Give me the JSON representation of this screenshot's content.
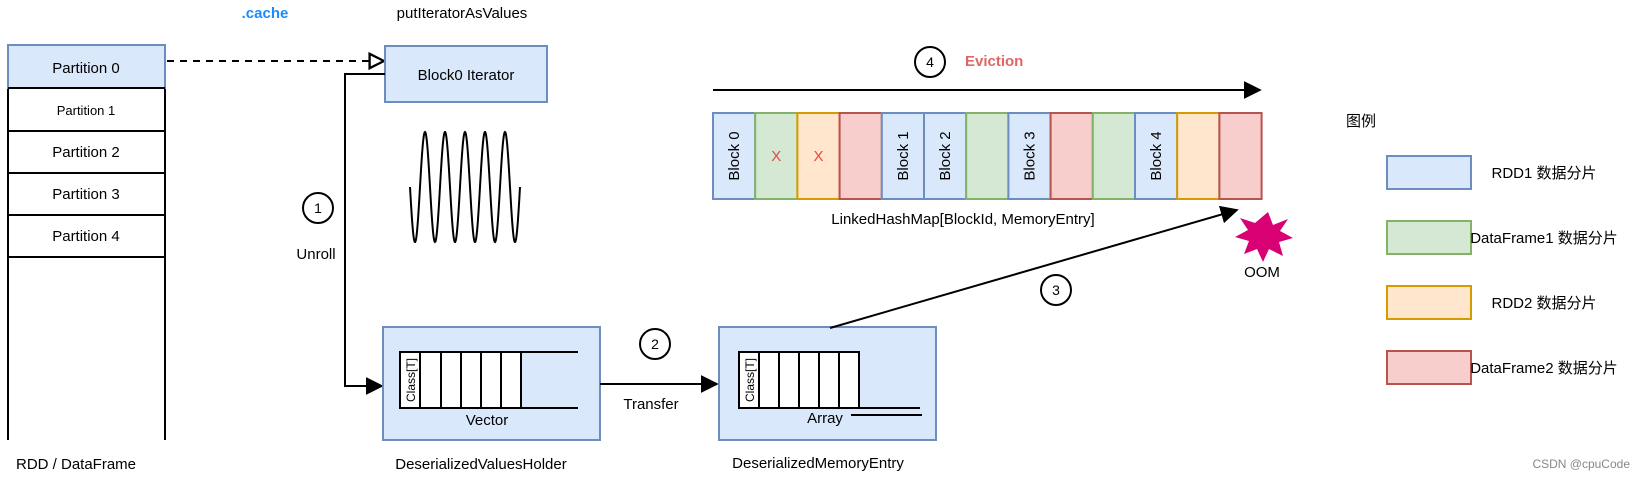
{
  "labels": {
    "cache": ".cache",
    "put_iterator": "putIteratorAsValues",
    "block_iterator": "Block0 Iterator",
    "unroll": "Unroll",
    "eviction": "Eviction",
    "linked_hash_map": "LinkedHashMap[BlockId, MemoryEntry]",
    "oom": "OOM",
    "transfer": "Transfer",
    "vector": "Vector",
    "array": "Array",
    "class_t": "Class[T]",
    "holder": "DeserializedValuesHolder",
    "memory_entry": "DeserializedMemoryEntry",
    "rdd_dataframe": "RDD / DataFrame",
    "watermark": "CSDN @cpuCode"
  },
  "partitions": [
    "Partition 0",
    "Partition 1",
    "Partition 2",
    "Partition 3",
    "Partition 4"
  ],
  "steps": [
    "1",
    "2",
    "3",
    "4"
  ],
  "memory_blocks": [
    {
      "kind": "rdd1",
      "label": "Block 0"
    },
    {
      "kind": "df1",
      "label": "X"
    },
    {
      "kind": "rdd2",
      "label": "X"
    },
    {
      "kind": "df2",
      "label": ""
    },
    {
      "kind": "rdd1",
      "label": "Block 1"
    },
    {
      "kind": "rdd1",
      "label": "Block 2"
    },
    {
      "kind": "df1",
      "label": ""
    },
    {
      "kind": "rdd1",
      "label": "Block 3"
    },
    {
      "kind": "df2",
      "label": ""
    },
    {
      "kind": "df1",
      "label": ""
    },
    {
      "kind": "rdd1",
      "label": "Block 4"
    },
    {
      "kind": "rdd2",
      "label": ""
    },
    {
      "kind": "df2",
      "label": ""
    }
  ],
  "legend": {
    "title": "图例",
    "items": [
      {
        "kind": "rdd1",
        "label": "RDD1 数据分片"
      },
      {
        "kind": "df1",
        "label": "DataFrame1 数据分片"
      },
      {
        "kind": "rdd2",
        "label": "RDD2 数据分片"
      },
      {
        "kind": "df2",
        "label": "DataFrame2 数据分片"
      }
    ]
  },
  "colors": {
    "rdd1": {
      "fill": "#dae8fc",
      "stroke": "#6c8ebf"
    },
    "df1": {
      "fill": "#d5e8d4",
      "stroke": "#82b366"
    },
    "rdd2": {
      "fill": "#ffe6cc",
      "stroke": "#d79b00"
    },
    "df2": {
      "fill": "#f8cecc",
      "stroke": "#b85450"
    },
    "cache_text": "#1a8cff",
    "eviction_text": "#e06666",
    "x_mark": "#e04848",
    "oom_star": "#d80073"
  }
}
